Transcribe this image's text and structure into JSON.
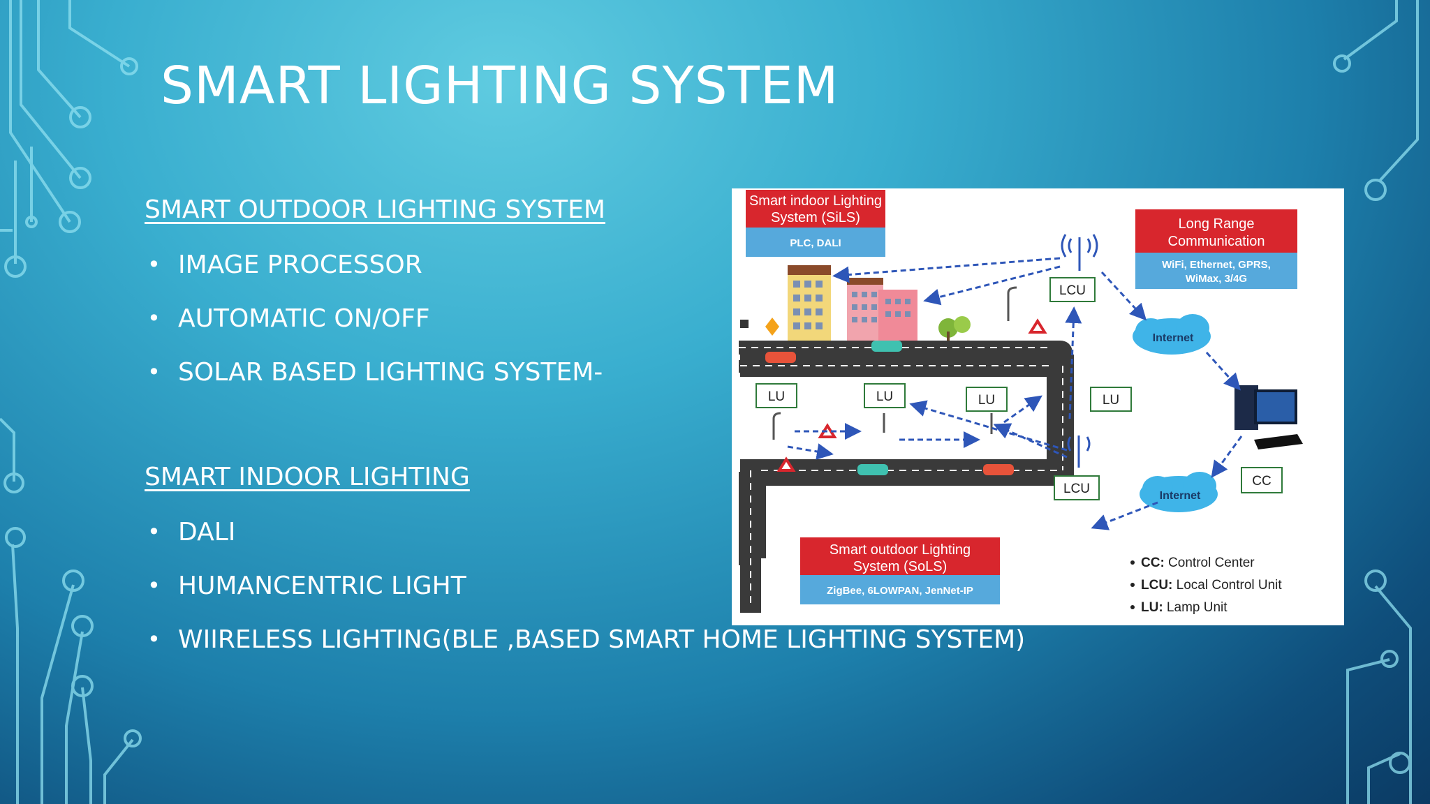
{
  "slide": {
    "title": "SMART LIGHTING SYSTEM",
    "outdoor_heading": "SMART OUTDOOR LIGHTING SYSTEM",
    "outdoor_items": [
      "IMAGE PROCESSOR",
      "AUTOMATIC ON/OFF",
      "SOLAR BASED LIGHTING SYSTEM-"
    ],
    "indoor_heading": "SMART INDOOR LIGHTING",
    "indoor_items": [
      "DALI",
      "HUMANCENTRIC LIGHT",
      "WIIRELESS LIGHTING(BLE ,BASED SMART HOME LIGHTING SYSTEM)"
    ],
    "bullet_glyph": "•"
  },
  "diagram": {
    "sils_title_line1": "Smart indoor Lighting",
    "sils_title_line2": "System (SiLS)",
    "sils_protocols": "PLC, DALI",
    "lrc_title_line1": "Long Range",
    "lrc_title_line2": "Communication",
    "lrc_protocols_line1": "WiFi, Ethernet, GPRS,",
    "lrc_protocols_line2": "WiMax, 3/4G",
    "sols_title_line1": "Smart outdoor Lighting",
    "sols_title_line2": "System (SoLS)",
    "sols_protocols": "ZigBee, 6LOWPAN, JenNet-IP",
    "lcu_label": "LCU",
    "lu_label": "LU",
    "cc_label": "CC",
    "internet_label": "Internet",
    "legend": [
      {
        "abbr": "CC:",
        "text": " Control Center"
      },
      {
        "abbr": "LCU:",
        "text": " Local Control Unit"
      },
      {
        "abbr": "LU:",
        "text": " Lamp Unit"
      }
    ],
    "colors": {
      "red_header": "#d8262d",
      "blue_sub": "#56a9dc",
      "road": "#3a3a3a",
      "arrow": "#2e56b8",
      "cloud": "#3fb4e8",
      "box_border": "#2f7a3a"
    }
  }
}
